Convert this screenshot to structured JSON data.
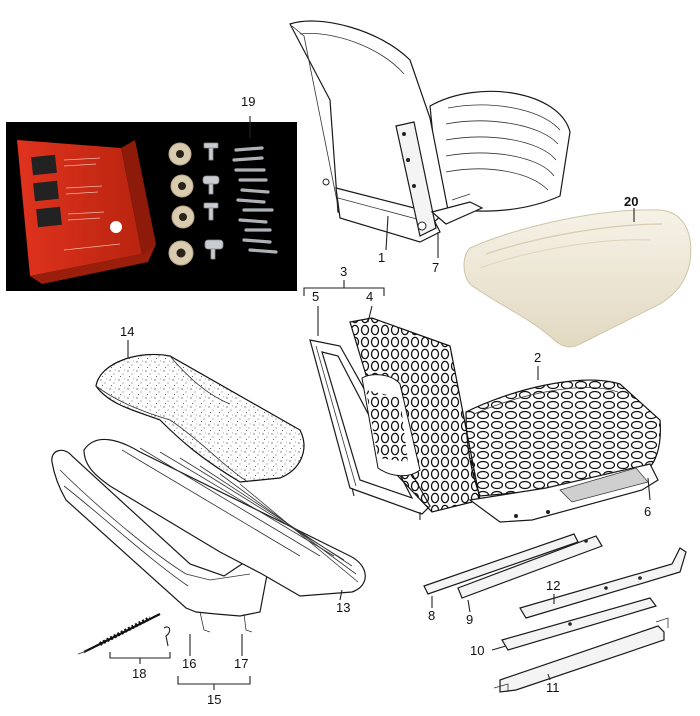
{
  "diagram": {
    "callouts": {
      "c1": "1",
      "c2": "2",
      "c3": "3",
      "c4": "4",
      "c5": "5",
      "c6": "6",
      "c7": "7",
      "c8": "8",
      "c9": "9",
      "c10": "10",
      "c11": "11",
      "c12": "12",
      "c13": "13",
      "c14": "14",
      "c15": "15",
      "c16": "16",
      "c17": "17",
      "c18": "18",
      "c19": "19",
      "c20": "20"
    },
    "colors": {
      "background": "#ffffff",
      "photo_background": "#000000",
      "manual_red": "#d9301c",
      "foam_cream": "#efe9d8",
      "grommet_beige": "#d8cbb0"
    },
    "icons": [
      "seat-drawing",
      "spring-pad",
      "foam-cushion-photo",
      "kit-photo"
    ]
  }
}
